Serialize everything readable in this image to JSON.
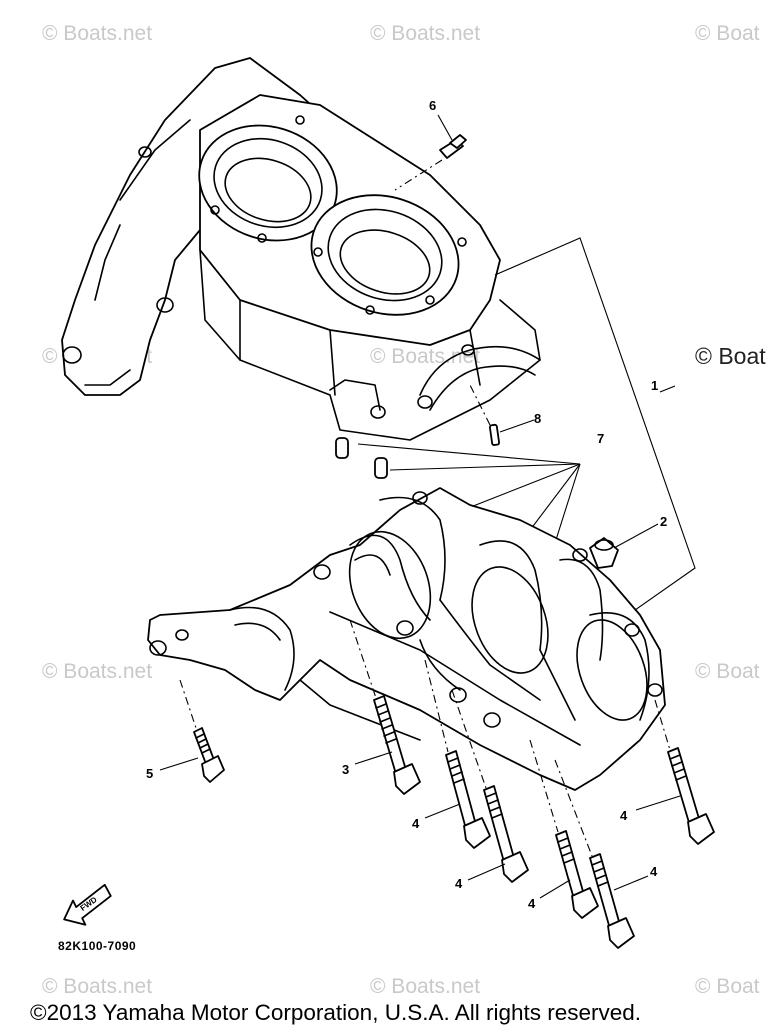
{
  "watermark": {
    "text": "© Boats.net",
    "partial": "© Boat"
  },
  "callouts": [
    "1",
    "2",
    "3",
    "4",
    "4",
    "4",
    "4",
    "5",
    "6",
    "7",
    "8"
  ],
  "diagram_code": "82K100-7090",
  "fwd_label": "FWD",
  "copyright": "©2013 Yamaha Motor Corporation, U.S.A. All rights reserved."
}
